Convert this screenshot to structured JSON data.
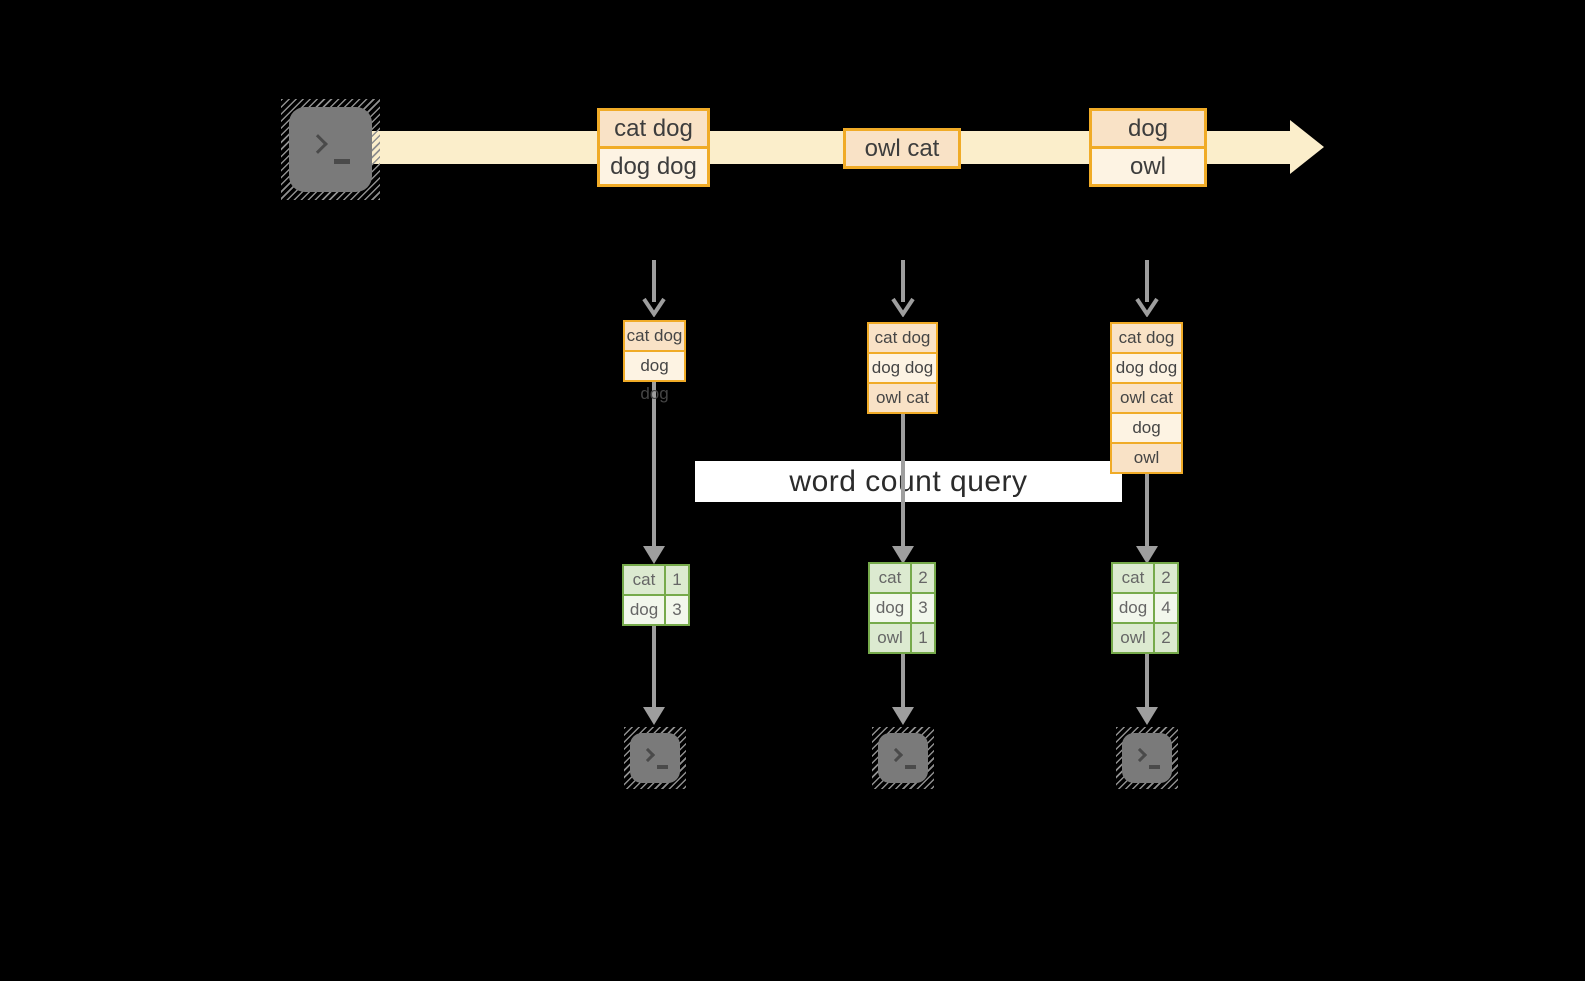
{
  "query": {
    "label": "word count query"
  },
  "stream": {
    "events": [
      {
        "cells": [
          "cat dog",
          "dog dog"
        ]
      },
      {
        "cells": [
          "owl cat"
        ]
      },
      {
        "cells": [
          "dog",
          "owl"
        ]
      }
    ]
  },
  "columns": [
    {
      "buffer": [
        "cat dog",
        "dog dog"
      ],
      "counts": [
        {
          "word": "cat",
          "count": "1"
        },
        {
          "word": "dog",
          "count": "3"
        }
      ]
    },
    {
      "buffer": [
        "cat dog",
        "dog dog",
        "owl cat"
      ],
      "counts": [
        {
          "word": "cat",
          "count": "2"
        },
        {
          "word": "dog",
          "count": "3"
        },
        {
          "word": "owl",
          "count": "1"
        }
      ]
    },
    {
      "buffer": [
        "cat dog",
        "dog dog",
        "owl cat",
        "dog",
        "owl"
      ],
      "counts": [
        {
          "word": "cat",
          "count": "2"
        },
        {
          "word": "dog",
          "count": "4"
        },
        {
          "word": "owl",
          "count": "2"
        }
      ]
    }
  ],
  "icons": {
    "source_terminal": "terminal-prompt-icon",
    "sink_terminals": [
      "terminal-prompt-icon",
      "terminal-prompt-icon",
      "terminal-prompt-icon"
    ]
  },
  "colors": {
    "stream_band": "#fbeecb",
    "event_border": "#f0ab27",
    "event_fill_dark": "#f9e2c6",
    "event_fill_light": "#fdf3e3",
    "count_border": "#76aa4b",
    "count_fill_dark": "#dcead0",
    "count_fill_light": "#f2f7ec",
    "arrow_gray": "#9e9e9e",
    "terminal_gray": "#7a7a7a",
    "query_bg": "#ffffff",
    "query_text": "#2b2b2b"
  }
}
